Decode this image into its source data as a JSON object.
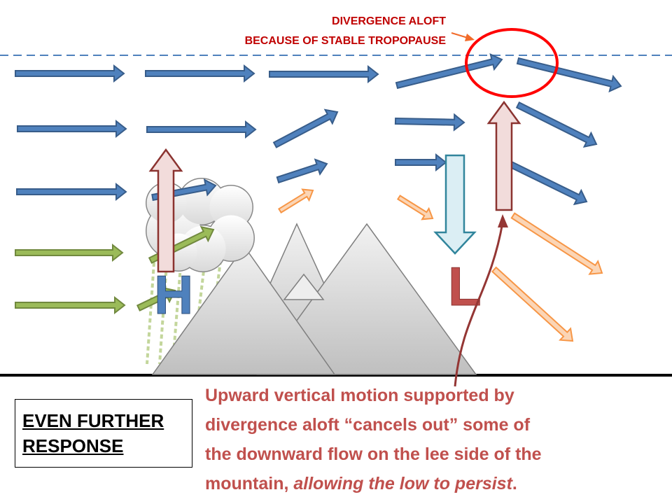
{
  "labels": {
    "divergence_line1": "DIVERGENCE ALOFT",
    "divergence_line2": "BECAUSE OF STABLE TROPOPAUSE",
    "high": "H",
    "low": "L"
  },
  "title_box": {
    "line1": "EVEN FURTHER",
    "line2": "RESPONSE"
  },
  "caption": {
    "line1": "Upward vertical motion supported by",
    "line2": "divergence aloft “cancels out” some of",
    "line3": "the downward flow on the lee side of the",
    "line4_plain": "mountain, ",
    "line4_italic": "allowing the low to persist",
    "line4_end": "."
  },
  "colors": {
    "flow_blue": "#4f81bd",
    "flow_green": "#9bbb59",
    "flow_orange": "#fbd5b5",
    "rising_arrow": "#f2dcdb",
    "sinking_arrow": "#dbeef4",
    "high_letter": "#4f81bd",
    "low_letter": "#c0504d",
    "annotation_red": "#ff0000",
    "caption_text": "#c0504d"
  }
}
